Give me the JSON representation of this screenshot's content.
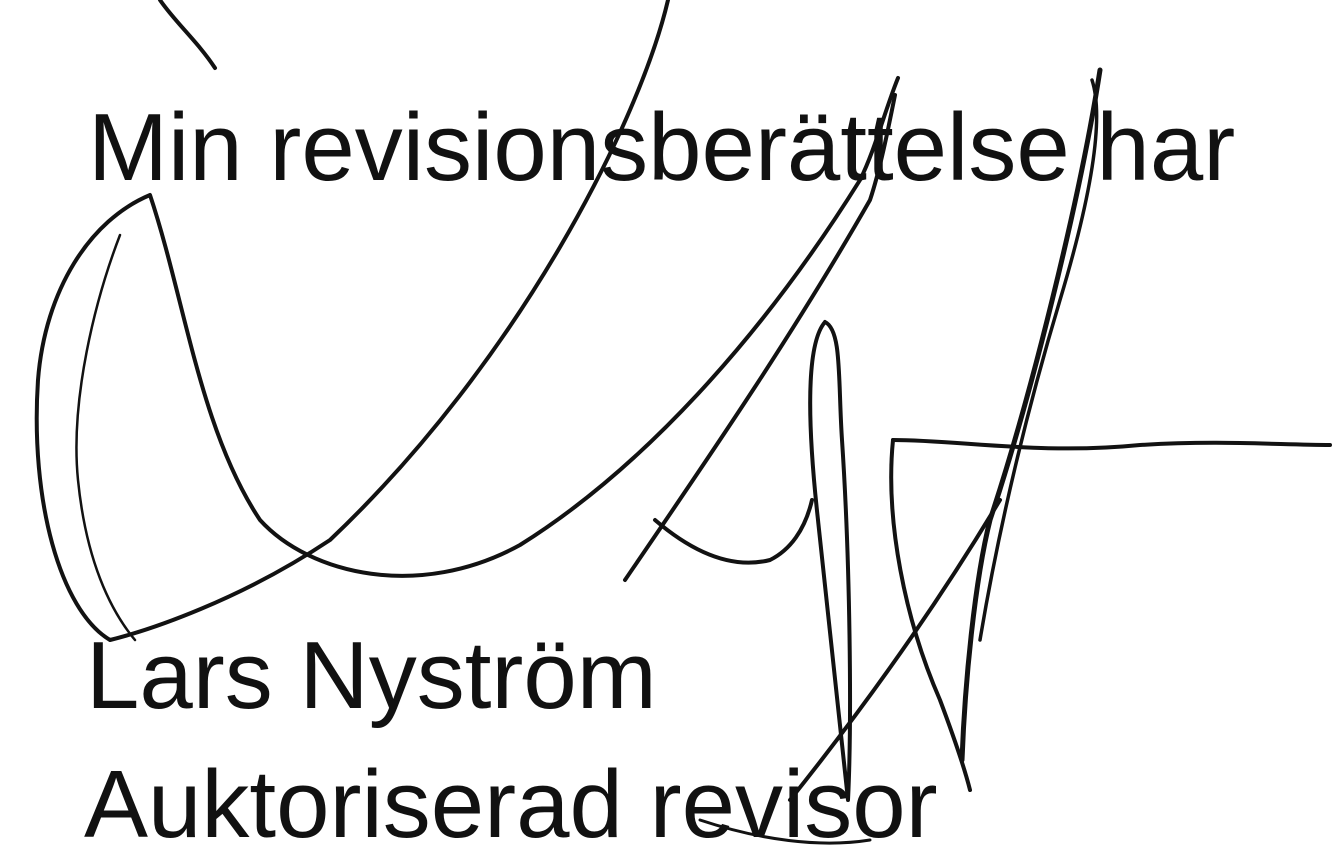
{
  "document": {
    "statement_line": "Min revisionsberättelse har",
    "signer_name": "Lars Nyström",
    "signer_title": "Auktoriserad revisor"
  },
  "signature": {
    "signer": "Lars Nyström",
    "ink_color": "#121212"
  }
}
